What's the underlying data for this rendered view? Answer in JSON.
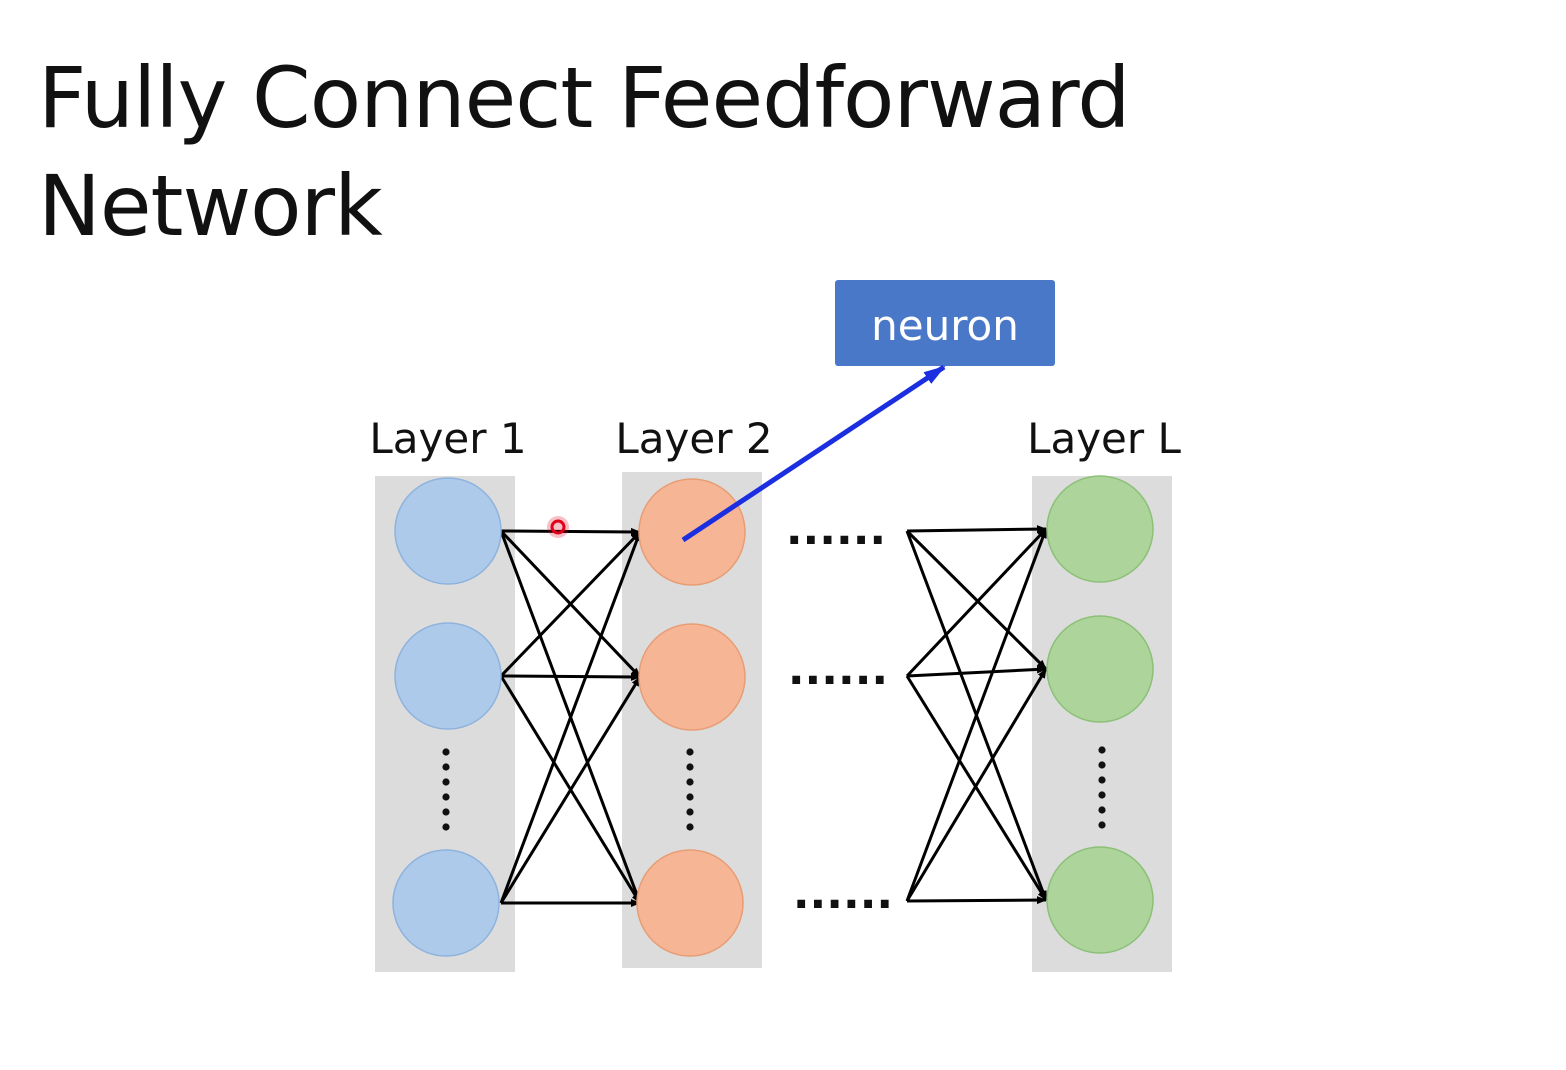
{
  "title": "Fully Connect Feedforward Network",
  "callout": {
    "label": "neuron",
    "color": "#4a78c8",
    "arrow_color": "#1c2fe0"
  },
  "layers": [
    {
      "label": "Layer 1",
      "color": "#aecaeb",
      "border": "#8db3dd"
    },
    {
      "label": "Layer 2",
      "color": "#f6b594",
      "border": "#e79d74"
    },
    {
      "label": "Layer L",
      "color": "#acd49b",
      "border": "#8cc077"
    }
  ],
  "ellipsis": "......",
  "panel_color": "#dcdcdc",
  "edge_color": "#000000",
  "cursor_color": "#e0001a"
}
